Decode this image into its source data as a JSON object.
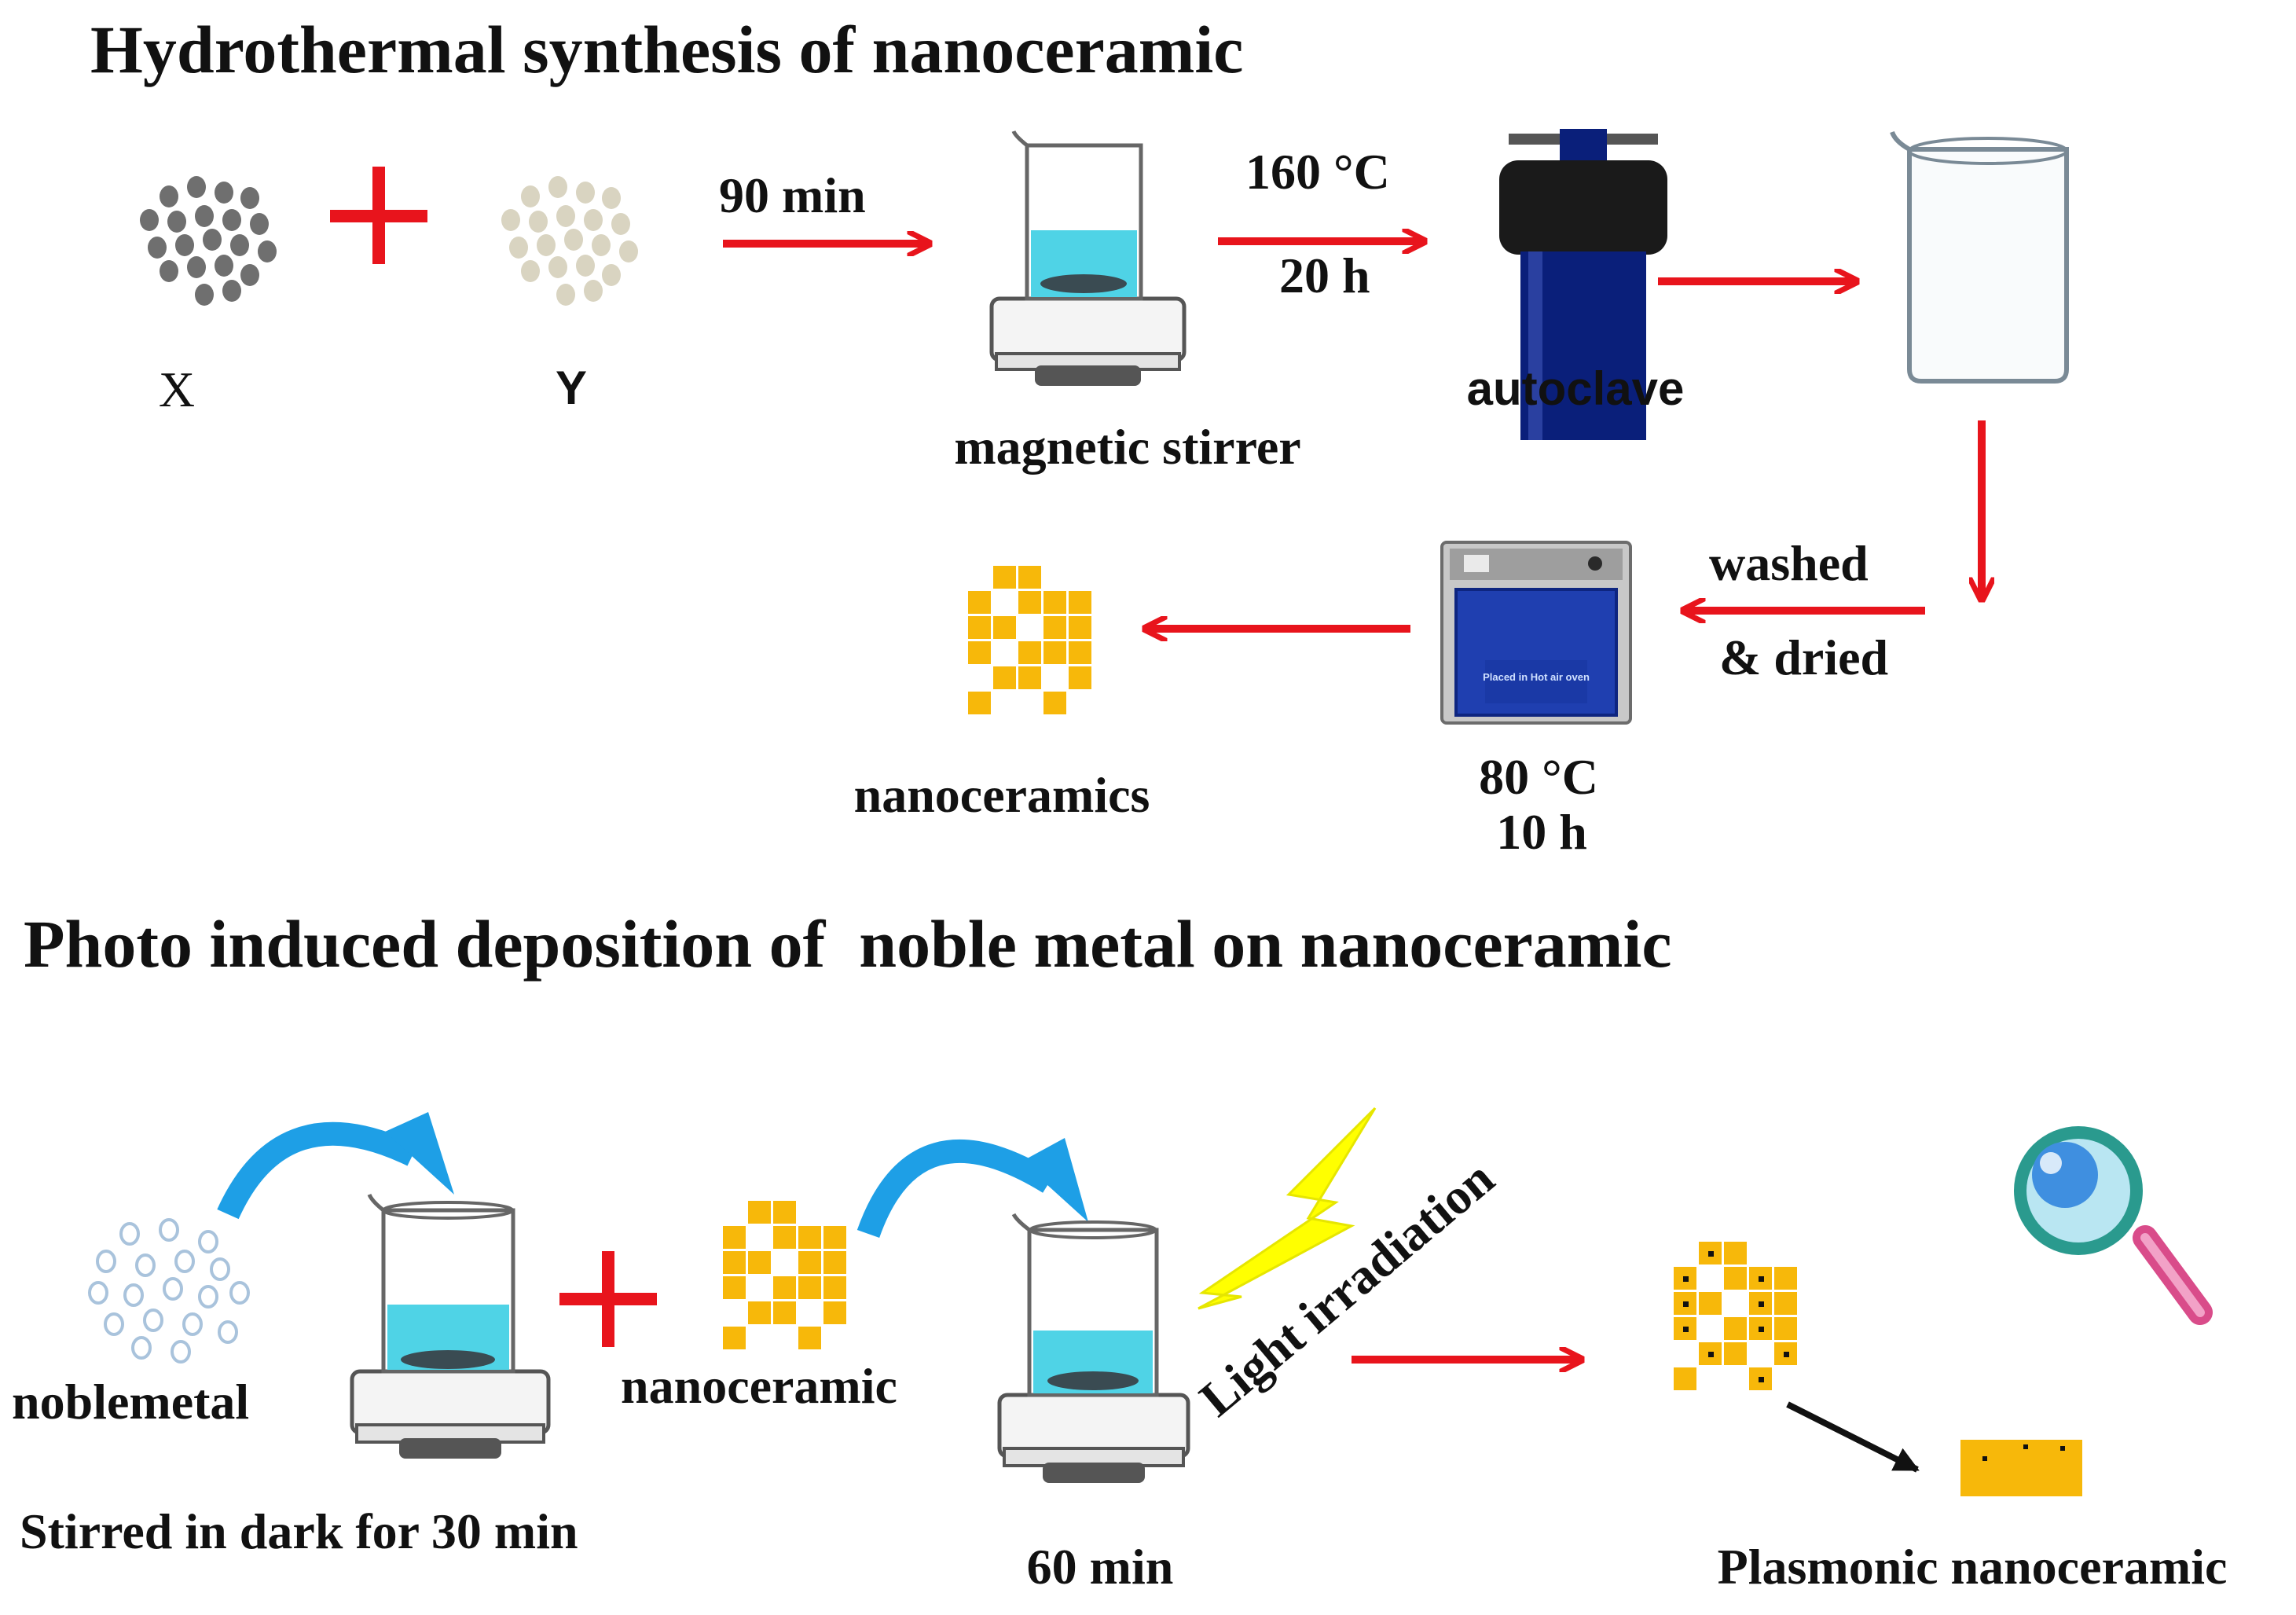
{
  "section1": {
    "title": "Hydrothermal synthesis of nanoceramic",
    "labels": {
      "x": "X",
      "y": "Y",
      "time_stir": "90 min",
      "stirrer": "magnetic stirrer",
      "temp_autoclave": "160 °C",
      "time_autoclave": "20 h",
      "autoclave": "autoclave",
      "washed": "washed",
      "dried": "& dried",
      "temp_oven": "80 °C",
      "time_oven": "10 h",
      "nanoceramics": "nanoceramics",
      "oven_sign": "Placed in Hot air oven"
    }
  },
  "section2": {
    "title": "Photo induced deposition of  noble metal on nanoceramic",
    "labels": {
      "noblemetal": "noblemetal",
      "stirred": "Stirred in dark for 30 min",
      "nanoceramic": "nanoceramic",
      "light": "Light irradiation",
      "time": "60 min",
      "plasmonic": "Plasmonic nanoceramic"
    }
  },
  "colors": {
    "arrow": "#e8141c",
    "plus": "#e8141c",
    "particle_x": "#6f6f6f",
    "particle_y": "#d9d4c1",
    "nanoceramic": "#f7b80a",
    "water": "#4fd3e6",
    "autoclave_body": "#0a1f7a",
    "noble_metal": "#a9c3dc",
    "curved_arrow": "#1e9fe6",
    "lightning": "#ffff00"
  }
}
